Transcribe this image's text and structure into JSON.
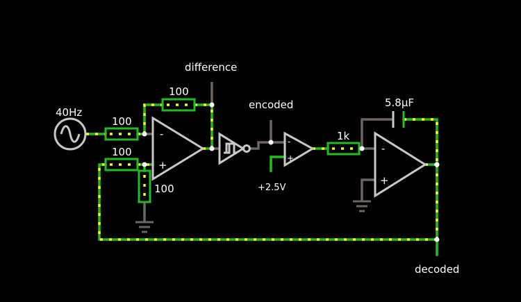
{
  "labels": {
    "source_freq": "40Hz",
    "r1": "100",
    "r2": "100",
    "r3": "100",
    "r4": "100",
    "difference": "difference",
    "encoded": "encoded",
    "ref_voltage": "+2.5V",
    "r5": "1k",
    "cap": "5.8µF",
    "decoded": "decoded"
  },
  "symbols": {
    "minus": "-",
    "plus": "+"
  },
  "colors": {
    "background": "#000000",
    "wire_active": "#22bb22",
    "wire_idle": "#6e6460",
    "current_dots": "#ffff00",
    "components": "#c8c8c8",
    "nodes": "#ffffff",
    "text": "#ffffff"
  }
}
